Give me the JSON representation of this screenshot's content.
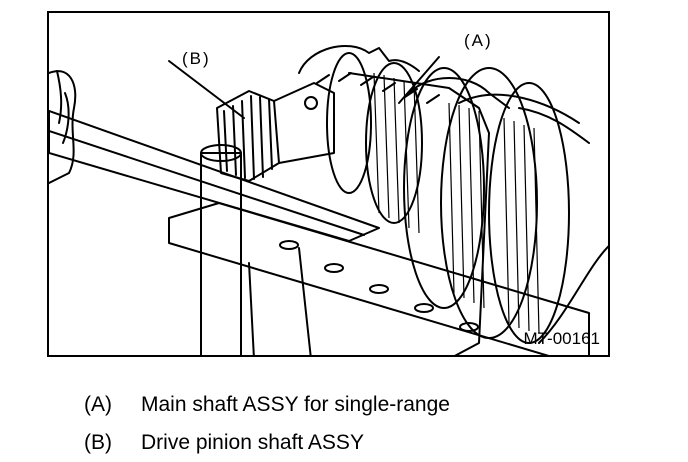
{
  "figure": {
    "id_label": "MT-00161",
    "callouts": [
      {
        "key": "A",
        "label": "(A)"
      },
      {
        "key": "B",
        "label": "(B)"
      }
    ]
  },
  "legend": [
    {
      "key": "(A)",
      "text": "Main shaft ASSY for single-range"
    },
    {
      "key": "(B)",
      "text": "Drive pinion shaft ASSY"
    }
  ],
  "colors": {
    "line": "#000000",
    "background": "#ffffff"
  }
}
